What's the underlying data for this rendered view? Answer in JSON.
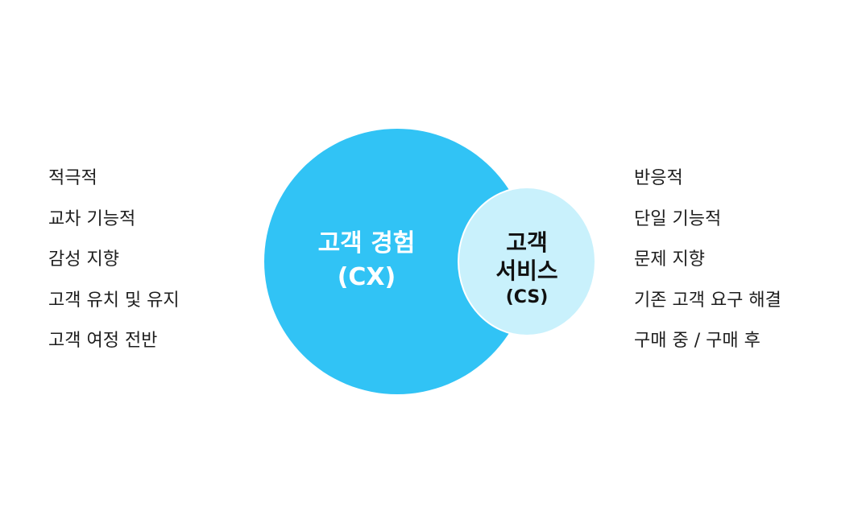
{
  "cx": {
    "title": "고객 경험",
    "abbr": "(CX)",
    "color": "#31c3f5",
    "traits": [
      "적극적",
      "교차 기능적",
      "감성 지향",
      "고객 유치 및 유지",
      "고객 여정 전반"
    ]
  },
  "cs": {
    "title_line1": "고객",
    "title_line2": "서비스",
    "abbr": "(CS)",
    "color": "#c9f1fc",
    "traits": [
      "반응적",
      "단일 기능적",
      "문제 지향",
      "기존 고객 요구 해결",
      "구매 중 / 구매 후"
    ]
  }
}
